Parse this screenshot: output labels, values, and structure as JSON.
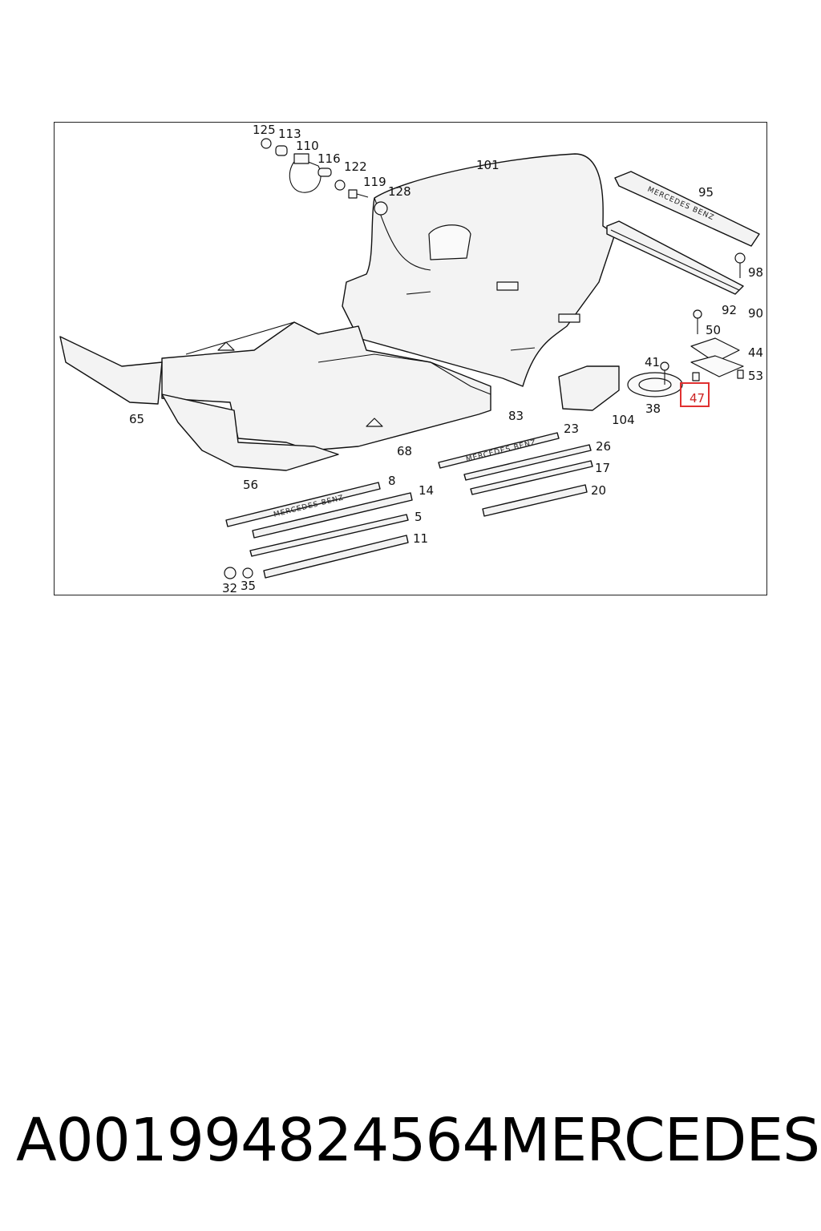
{
  "callouts": [
    "125",
    "113",
    "110",
    "116",
    "122",
    "119",
    "128",
    "101",
    "95",
    "98",
    "92",
    "90",
    "50",
    "44",
    "41",
    "53",
    "47",
    "38",
    "104",
    "23",
    "83",
    "68",
    "65",
    "56",
    "26",
    "17",
    "20",
    "8",
    "14",
    "5",
    "11",
    "32",
    "35"
  ],
  "highlighted_callout": "47",
  "embossed_text": "MERCEDES BENZ",
  "footer": {
    "part_number": "A001994824564",
    "brand": "MERCEDES"
  },
  "colors": {
    "highlight": "#e03030",
    "line": "#111111"
  }
}
